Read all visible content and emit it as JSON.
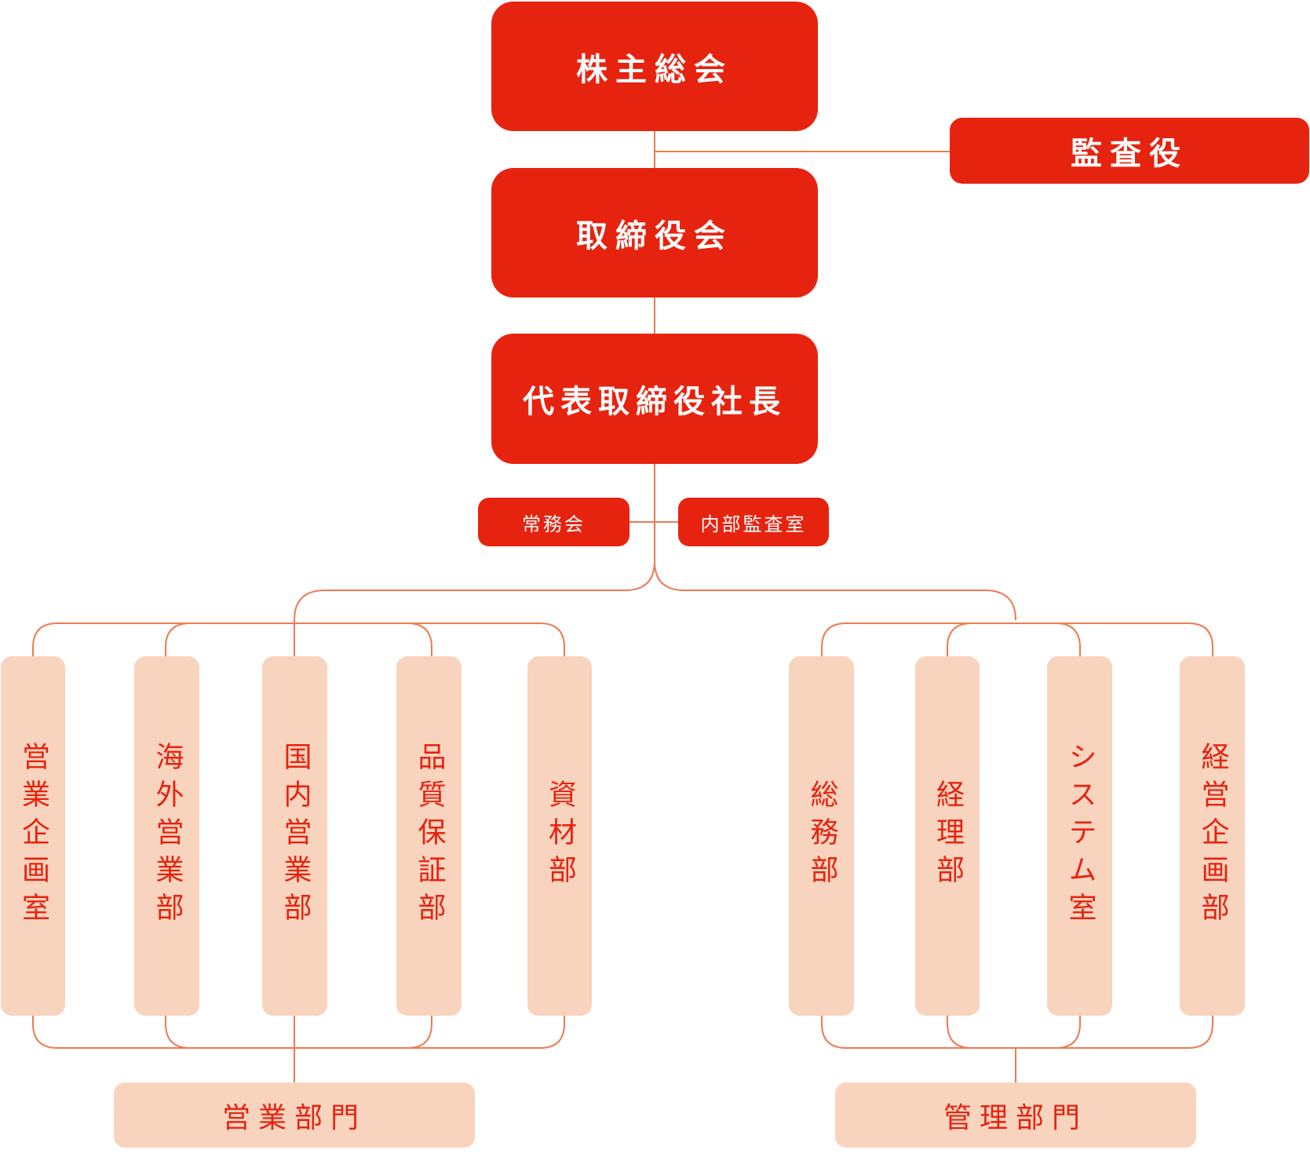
{
  "top": {
    "shareholders": "株主総会",
    "auditor": "監査役",
    "board": "取締役会",
    "president": "代表取締役社長",
    "executive_committee": "常務会",
    "internal_audit": "内部監査室"
  },
  "sales_group": {
    "label": "営業部門",
    "departments": [
      "営業企画室",
      "海外営業部",
      "国内営業部",
      "品質保証部",
      "資材部"
    ]
  },
  "admin_group": {
    "label": "管理部門",
    "departments": [
      "総務部",
      "経理部",
      "システム室",
      "経営企画部"
    ]
  },
  "colors": {
    "primary": "#e6230f",
    "secondary": "#f8d3be",
    "connector": "#ef7a52"
  }
}
